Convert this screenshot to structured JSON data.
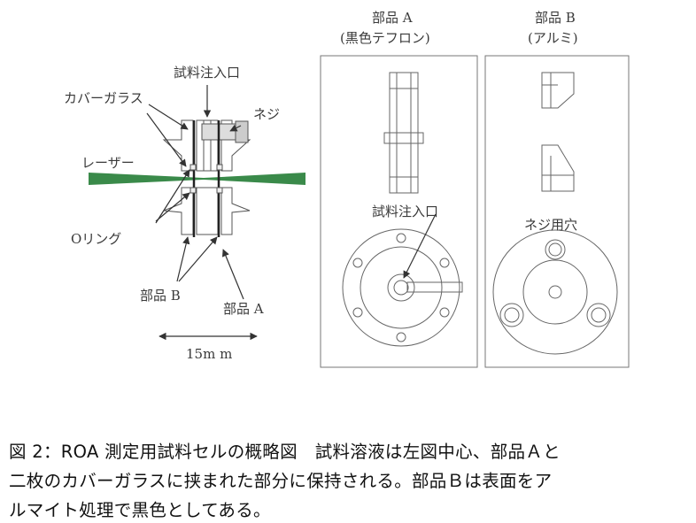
{
  "diagram": {
    "left": {
      "inlet_label": "試料注入口",
      "coverglass_label": "カバーガラス",
      "screw_label": "ネジ",
      "laser_label": "レーザー",
      "oring_label": "Oリング",
      "partB_label": "部品 B",
      "partA_label": "部品 A",
      "scale_label": "15m m",
      "laser_color": "#3a8a4a"
    },
    "panelA": {
      "title": "部品 A",
      "subtitle": "(黒色テフロン)",
      "inlet_label": "試料注入口"
    },
    "panelB": {
      "title": "部品 B",
      "subtitle": "(アルミ)",
      "hole_label": "ネジ用穴"
    }
  },
  "caption": {
    "line1": "図 2：ROA 測定用試料セルの概略図　試料溶液は左図中心、部品Ａと",
    "line2": "二枚のカバーガラスに挟まれた部分に保持される。部品Ｂは表面をア",
    "line3": "ルマイト処理で黒色としてある。"
  }
}
